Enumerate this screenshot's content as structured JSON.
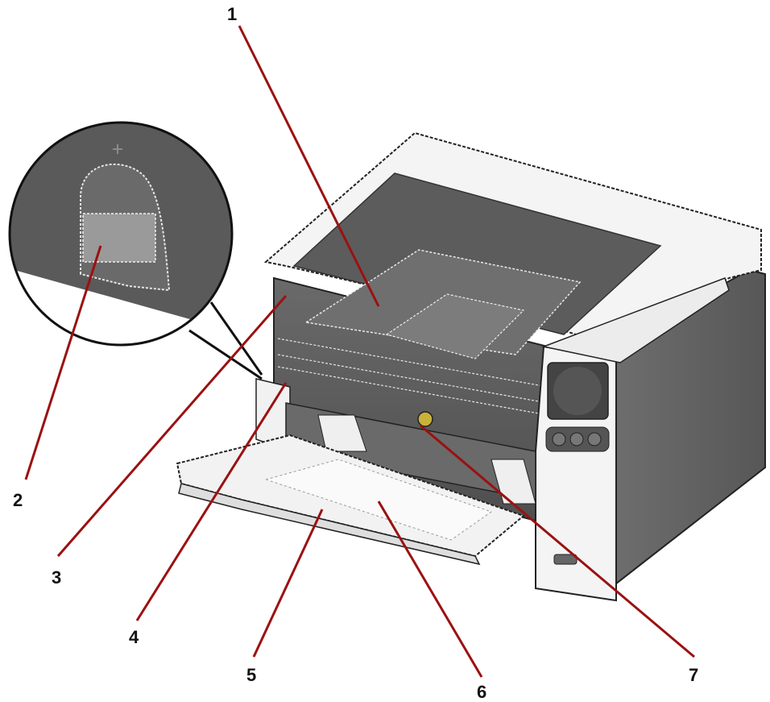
{
  "figure": {
    "colors": {
      "leader_line": "#9b1111",
      "body_dark": "#5a5a5a",
      "body_mid": "#7a7a7a",
      "body_light": "#f2f2f2",
      "outline": "#222222"
    },
    "callouts": [
      {
        "label": "1"
      },
      {
        "label": "2"
      },
      {
        "label": "3"
      },
      {
        "label": "4"
      },
      {
        "label": "5"
      },
      {
        "label": "6"
      },
      {
        "label": "7"
      }
    ]
  }
}
